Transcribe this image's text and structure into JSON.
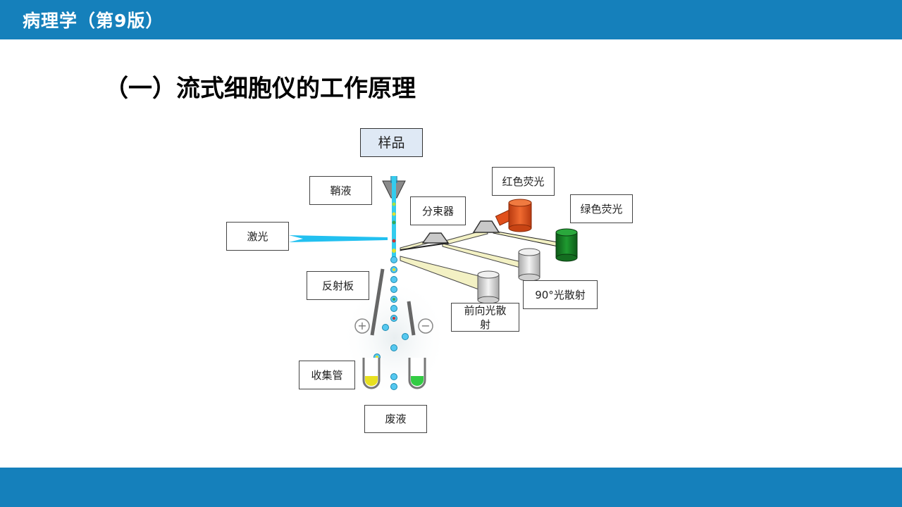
{
  "header": {
    "course_title": "病理学（第9版）"
  },
  "slide": {
    "heading": "（一）流式细胞仪的工作原理"
  },
  "diagram": {
    "labels": {
      "sample": "样品",
      "sheath_fluid": "鞘液",
      "laser": "激光",
      "beam_splitter": "分束器",
      "red_fluorescence": "红色荧光",
      "green_fluorescence": "绿色荧光",
      "side_scatter": "90°光散射",
      "forward_scatter": "前向光散射",
      "deflection_plate": "反射板",
      "collection_tube": "收集管",
      "waste": "废液"
    },
    "plates": {
      "positive": "+",
      "negative": "−"
    },
    "colors": {
      "bar": "#1580bb",
      "stream": "#33ccee",
      "droplet": "#55c8f0",
      "laser": "#22c0f0",
      "red_detector": "#e0501c",
      "green_detector": "#157a22",
      "scatter_detector": "#d8d8d8"
    }
  }
}
